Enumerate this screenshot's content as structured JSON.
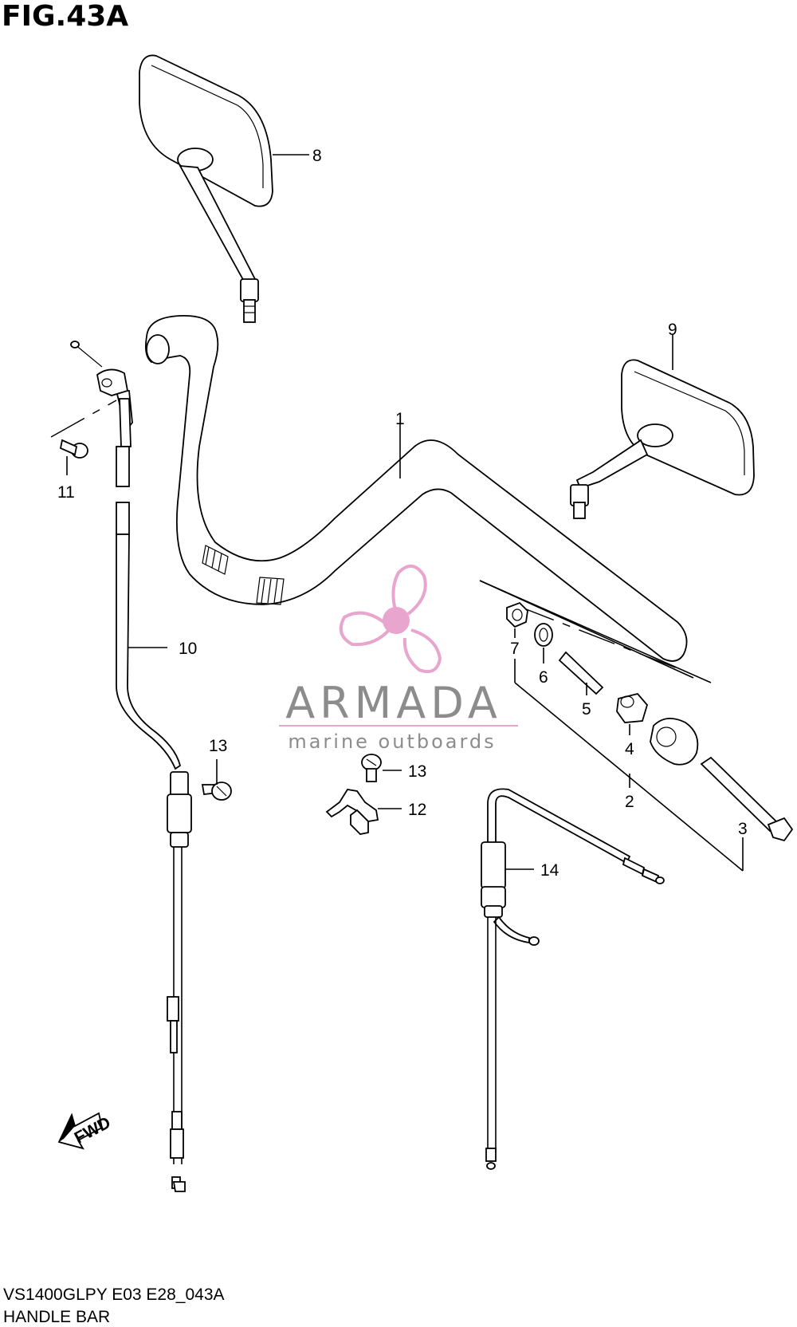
{
  "figure": {
    "title": "FIG.43A",
    "model_code": "VS1400GLPY E03 E28_043A",
    "section_name": "HANDLE BAR"
  },
  "watermark": {
    "brand": "ARMADA",
    "tagline": "marine outboards",
    "accent_color": "#e8a6cf",
    "text_color": "#8c8c8c"
  },
  "callouts": {
    "c1": "1",
    "c2": "2",
    "c3": "3",
    "c4": "4",
    "c5": "5",
    "c6": "6",
    "c7": "7",
    "c8": "8",
    "c9": "9",
    "c10": "10",
    "c11": "11",
    "c12": "12",
    "c13a": "13",
    "c13b": "13",
    "c14": "14"
  },
  "fwd_arrow": {
    "label": "FWD"
  }
}
